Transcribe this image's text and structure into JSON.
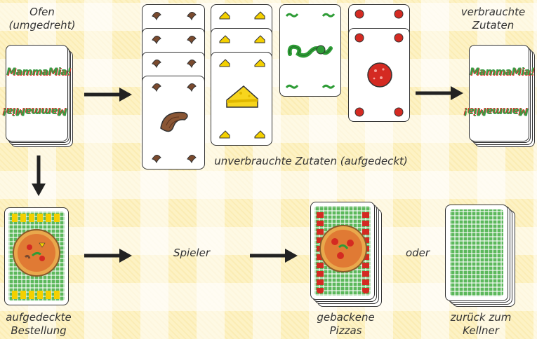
{
  "labels": {
    "ofen": "Ofen\n(umgedreht)",
    "verbrauchte": "verbrauchte\nZutaten",
    "unverbrauchte": "unverbrauchte Zutaten (aufgedeckt)",
    "spieler": "Spieler",
    "oder": "oder",
    "aufgedeckte": "aufgedeckte\nBestellung",
    "gebackene": "gebackene\nPizzas",
    "zurueck": "zurück zum\nKellner"
  },
  "logo": {
    "top": "MammaMia!",
    "bottom": "MammaMia!"
  },
  "colors": {
    "background": "#fdf2c4",
    "card_border": "#333333",
    "arrow": "#222222",
    "logo_green": "#3a9a44",
    "logo_red": "#d9342b",
    "mushroom": "#7a4a2e",
    "cheese": "#f4d000",
    "pepper": "#2e9c36",
    "salami": "#d42a22",
    "check_green": "#5cb85c"
  },
  "icons": {
    "ingredients": [
      "mushroom-icon",
      "cheese-icon",
      "pepper-icon",
      "salami-icon"
    ]
  }
}
